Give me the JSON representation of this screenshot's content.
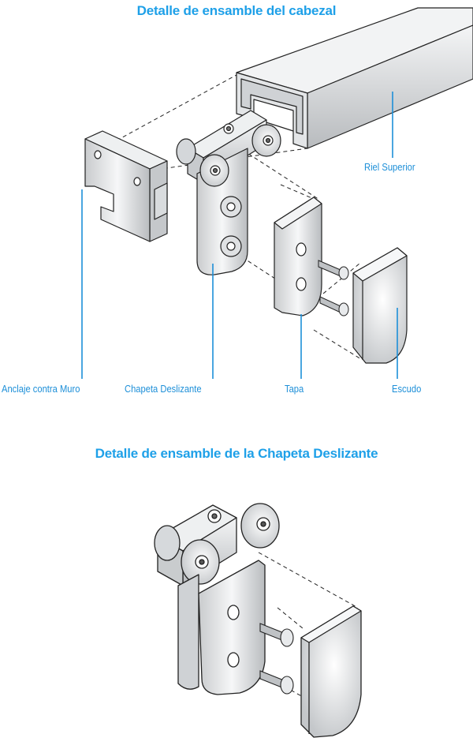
{
  "titles": {
    "top": "Detalle de ensamble del cabezal",
    "bottom": "Detalle de ensamble de la Chapeta Deslizante"
  },
  "labels": {
    "riel_superior": "Riel Superior",
    "anclaje": "Anclaje contra Muro",
    "chapeta": "Chapeta Deslizante",
    "tapa": "Tapa",
    "escudo": "Escudo"
  },
  "colors": {
    "accent": "#1ea0e8",
    "line": "#222222",
    "callout": "#1d8fd8"
  }
}
